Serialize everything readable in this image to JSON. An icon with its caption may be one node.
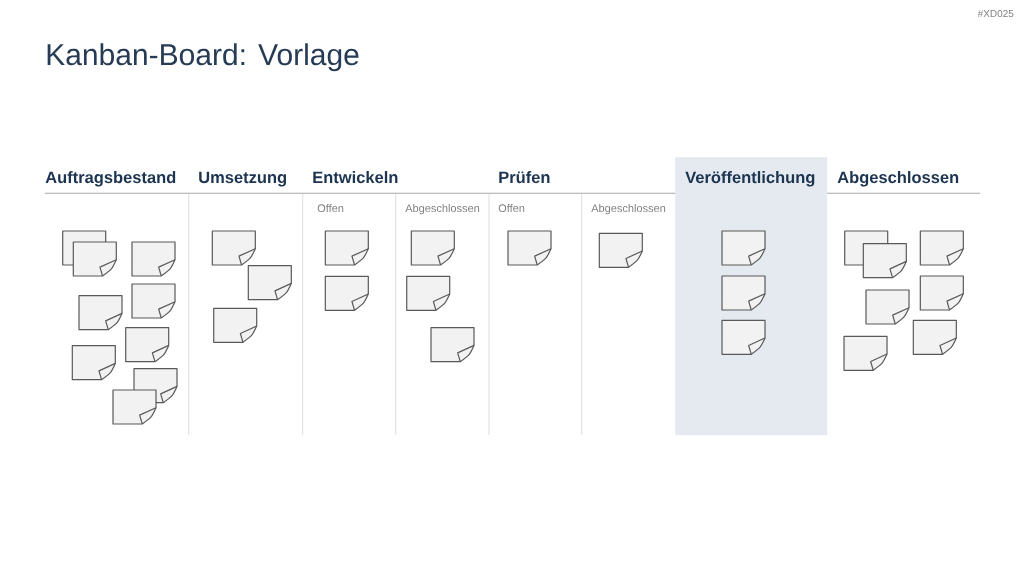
{
  "diagram": {
    "title": "Kanban-Board: Vorlage",
    "nodes": [
      {
        "text": [],
        "shape": "note"
      },
      {
        "text": [],
        "shape": "note"
      },
      {
        "text": [],
        "shape": "note"
      },
      {
        "text": [],
        "shape": "note"
      },
      {
        "text": [],
        "shape": "note"
      },
      {
        "text": [],
        "shape": "note"
      },
      {
        "text": [],
        "shape": "note"
      },
      {
        "text": [],
        "shape": "note"
      },
      {
        "text": [],
        "shape": "note"
      },
      {
        "text": [],
        "shape": "note"
      },
      {
        "text": [],
        "shape": "note"
      },
      {
        "text": [],
        "shape": "note"
      },
      {
        "text": [],
        "shape": "note"
      },
      {
        "text": [],
        "shape": "note"
      },
      {
        "text": [],
        "shape": "note"
      },
      {
        "text": [],
        "shape": "note"
      },
      {
        "text": [],
        "shape": "note"
      },
      {
        "text": [],
        "shape": "note"
      },
      {
        "text": [],
        "shape": "note"
      },
      {
        "text": [
          "Veröffentlichung"
        ]
      },
      {
        "text": [],
        "shape": "note",
        "in": 19
      },
      {
        "text": [],
        "shape": "note",
        "in": 19
      },
      {
        "text": [],
        "shape": "note",
        "in": 19
      },
      {
        "text": [],
        "shape": "note"
      },
      {
        "text": [],
        "shape": "note"
      },
      {
        "text": [],
        "shape": "note"
      },
      {
        "text": [],
        "shape": "note"
      },
      {
        "text": [],
        "shape": "note"
      },
      {
        "text": [],
        "shape": "note"
      },
      {
        "text": [],
        "shape": "note"
      }
    ],
    "labels": [
      "#XD025",
      "Auftragsbestand",
      "Umsetzung",
      "Entwickeln",
      "Prüfen",
      "Abgeschlossen",
      "Offen",
      "Abgeschlossen",
      "Offen",
      "Abgeschlossen"
    ]
  }
}
